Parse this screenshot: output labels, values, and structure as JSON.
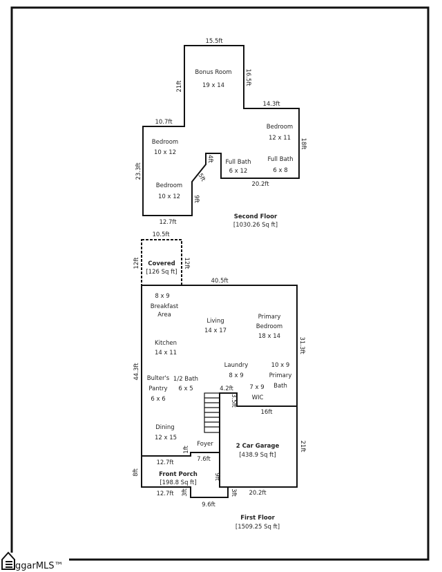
{
  "second_floor": {
    "title": "Second Floor",
    "area": "[1030.26 Sq ft]",
    "rooms": [
      {
        "name": "Bonus Room",
        "size": "19 x 14"
      },
      {
        "name": "Bedroom",
        "size": "12 x 11"
      },
      {
        "name": "Bedroom",
        "size": "10 x 12"
      },
      {
        "name": "Full Bath",
        "size": "6 x 12"
      },
      {
        "name": "Full Bath",
        "size": "6 x 8"
      },
      {
        "name": "Bedroom",
        "size": "10 x 12"
      }
    ],
    "dims": [
      "15.5ft",
      "21ft",
      "16.5ft",
      "14.3ft",
      "10.7ft",
      "18ft",
      "23.3ft",
      "4ft",
      "5ft",
      "20.2ft",
      "9ft",
      "12.7ft"
    ]
  },
  "covered": {
    "title": "Covered",
    "area": "[126 Sq ft]",
    "dims": [
      "10.5ft",
      "12ft",
      "12ft"
    ]
  },
  "first_floor": {
    "title": "First Floor",
    "area": "[1509.25 Sq ft]",
    "rooms": [
      {
        "size": "8 x 9",
        "name": "Breakfast",
        "name2": "Area"
      },
      {
        "name": "Living",
        "size": "14 x 17"
      },
      {
        "name": "Primary",
        "name2": "Bedroom",
        "size": "18 x 14"
      },
      {
        "name": "Kitchen",
        "size": "14 x 11"
      },
      {
        "name": "Laundry",
        "size": "8 x 9"
      },
      {
        "size": "10 x 9",
        "name": "Primary",
        "name2": "Bath"
      },
      {
        "name": "Bulter's",
        "name2": "Pantry",
        "size": "6 x 6"
      },
      {
        "name": "1/2 Bath",
        "size": "6 x 5"
      },
      {
        "size": "7 x 9",
        "name": "WIC"
      },
      {
        "name": "Dining",
        "size": "12 x 15"
      },
      {
        "name": "Foyer"
      }
    ],
    "dims": [
      "40.5ft",
      "31.3ft",
      "44.3ft",
      "4.2ft",
      "3.5ft",
      "16ft",
      "1ft",
      "7.6ft",
      "12.7ft",
      "8ft",
      "9ft",
      "21ft",
      "12.7ft",
      "3ft",
      "9.6ft",
      "3ft",
      "20.2ft"
    ]
  },
  "garage": {
    "title": "2 Car Garage",
    "area": "[438.9 Sq ft]"
  },
  "porch": {
    "title": "Front Porch",
    "area": "[198.8 Sq ft]"
  },
  "logo": {
    "text": "ggarMLS™"
  }
}
